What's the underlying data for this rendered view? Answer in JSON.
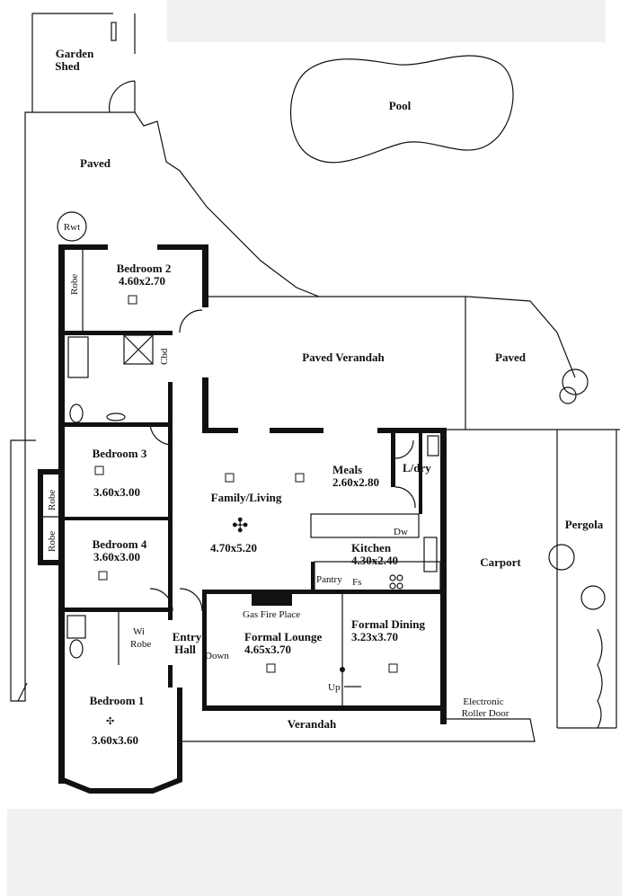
{
  "plan": {
    "outdoor": {
      "garden_shed": "Garden\nShed",
      "garden_shed_l1": "Garden",
      "garden_shed_l2": "Shed",
      "pool": "Pool",
      "paved_top": "Paved",
      "rwt": "Rwt",
      "paved_verandah": "Paved Verandah",
      "paved_right": "Paved",
      "pergola": "Pergola",
      "carport": "Carport",
      "verandah": "Verandah",
      "roller_door_l1": "Electronic",
      "roller_door_l2": "Roller Door"
    },
    "rooms": {
      "bedroom2": {
        "name": "Bedroom 2",
        "dims": "4.60x2.70"
      },
      "bedroom3": {
        "name": "Bedroom 3",
        "dims": "3.60x3.00"
      },
      "bedroom4": {
        "name": "Bedroom 4",
        "dims": "3.60x3.00"
      },
      "bedroom1": {
        "name": "Bedroom 1",
        "dims": "3.60x3.60"
      },
      "family": {
        "name": "Family/Living",
        "dims": "4.70x5.20"
      },
      "meals": {
        "name": "Meals",
        "dims": "2.60x2.80"
      },
      "kitchen": {
        "name": "Kitchen",
        "dims": "4.30x2.40"
      },
      "lounge": {
        "name": "Formal Lounge",
        "dims": "4.65x3.70"
      },
      "dining": {
        "name": "Formal Dining",
        "dims": "3.23x3.70"
      },
      "laundry": {
        "name": "L/dry"
      },
      "entry_l1": "Entry",
      "entry_l2": "Hall"
    },
    "fixtures": {
      "robe": "Robe",
      "cbd": "Cbd",
      "wi_l1": "Wi",
      "wi_l2": "Robe",
      "pantry": "Pantry",
      "fs": "Fs",
      "dw": "Dw",
      "fireplace": "Gas Fire Place",
      "down": "Down",
      "up": "Up"
    }
  }
}
